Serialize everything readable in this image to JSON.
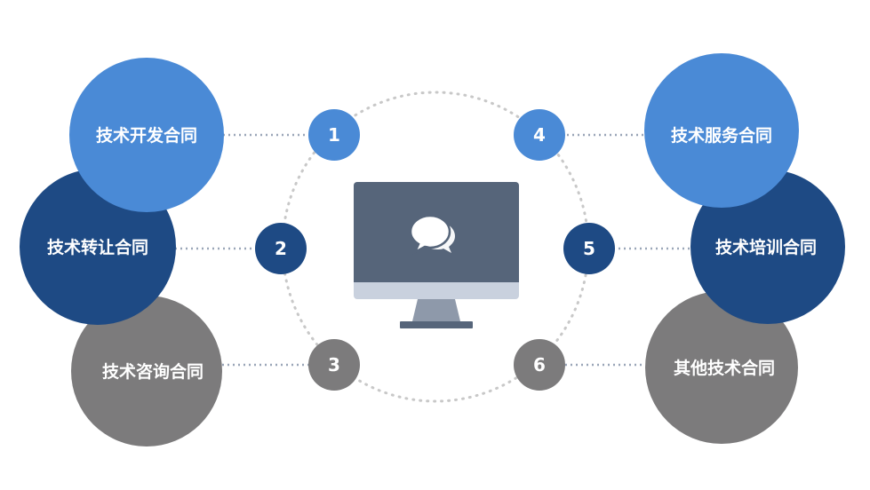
{
  "contracts": [
    {
      "num": "1",
      "label": "技术开发合同"
    },
    {
      "num": "2",
      "label": "技术转让合同"
    },
    {
      "num": "3",
      "label": "技术咨询合同"
    },
    {
      "num": "4",
      "label": "技术服务合同"
    },
    {
      "num": "5",
      "label": "技术培训合同"
    },
    {
      "num": "6",
      "label": "其他技术合同"
    }
  ],
  "colors": {
    "light_blue": "#4a8ad6",
    "dark_blue": "#1e4a84",
    "gray": "#7c7b7c",
    "monitor_screen": "#56657a",
    "monitor_bezel": "#c9d1de",
    "monitor_stand": "#8e99aa",
    "dotted_ring": "#c8c8c8",
    "connector": "#9aa6b8"
  },
  "center_icon": "chat-bubbles-icon"
}
